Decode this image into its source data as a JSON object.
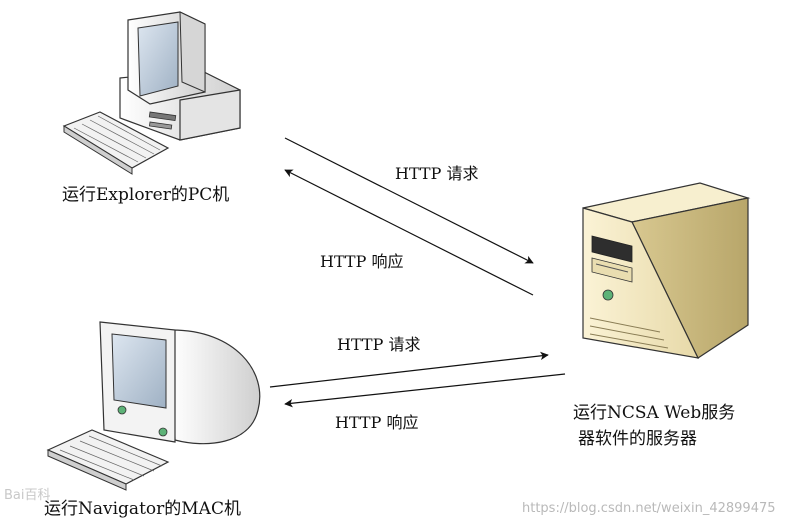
{
  "nodes": {
    "pc": {
      "label": "运行Explorer的PC机"
    },
    "mac": {
      "label": "运行Navigator的MAC机"
    },
    "server": {
      "label_line1": "运行NCSA Web服务",
      "label_line2": "器软件的服务器"
    }
  },
  "arrows": {
    "pc_request": "HTTP 请求",
    "pc_response": "HTTP 响应",
    "mac_request": "HTTP 请求",
    "mac_response": "HTTP 响应"
  },
  "watermarks": {
    "baidu": "Bai百科",
    "csdn": "https://blog.csdn.net/weixin_42899475"
  }
}
